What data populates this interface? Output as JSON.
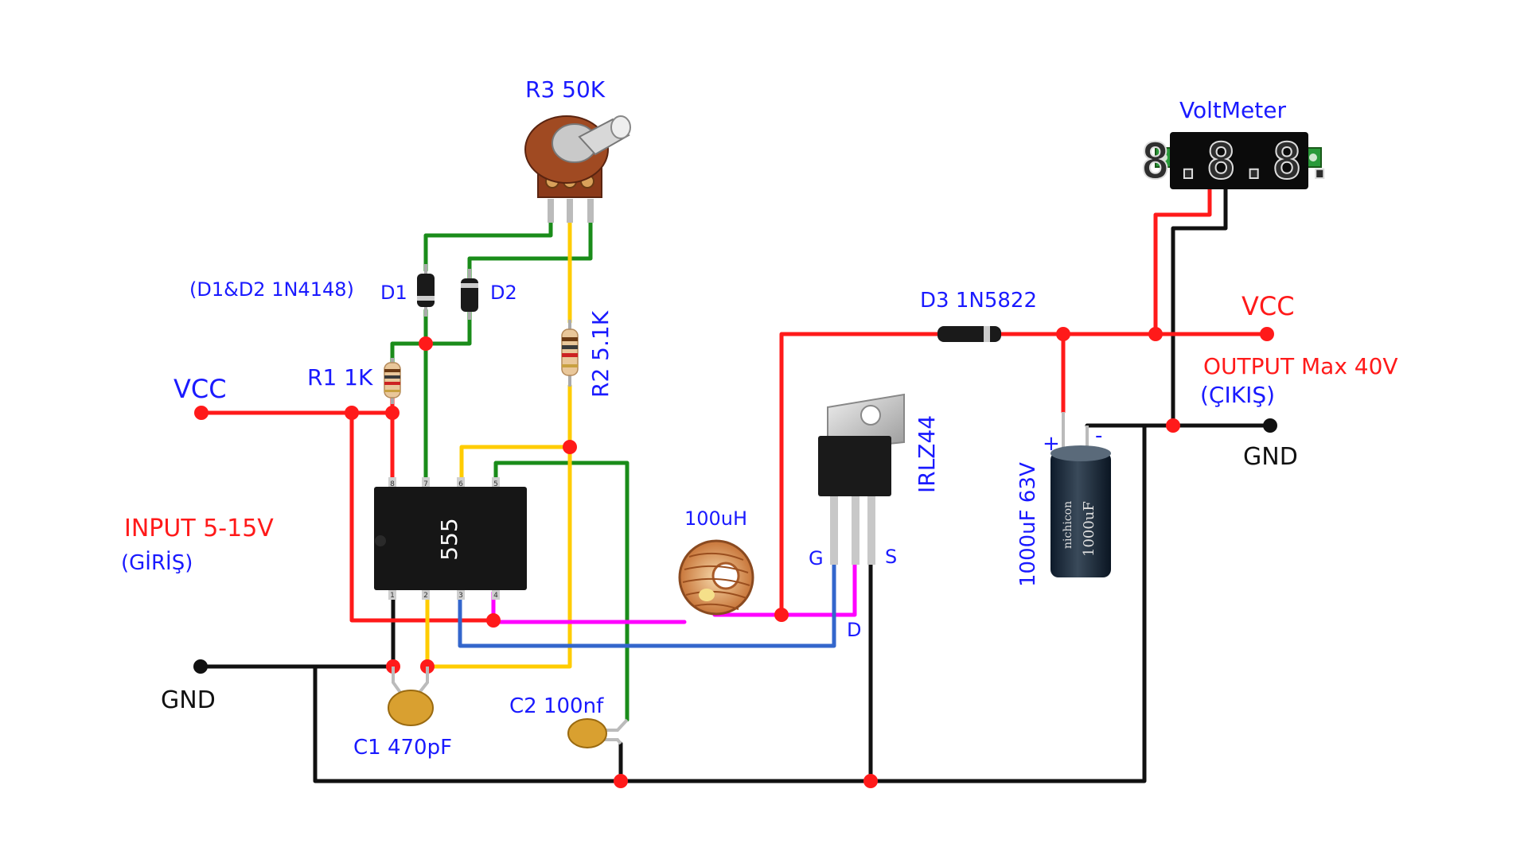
{
  "labels": {
    "pot": "R3 50K",
    "voltmeter": "VoltMeter",
    "voltmeter_digits": "8.8.8.",
    "diodes_note": "(D1&D2 1N4148)",
    "d1": "D1",
    "d2": "D2",
    "r2": "R2 5.1K",
    "r1": "R1 1K",
    "vcc_in": "VCC",
    "input": "INPUT 5-15V",
    "input_tr": "(GİRİŞ)",
    "gnd_in": "GND",
    "c1": "C1 470pF",
    "c2": "C2 100nf",
    "ic": "555",
    "inductor": "100uH",
    "mosfet": "IRLZ44",
    "gate": "G",
    "drain": "D",
    "source": "S",
    "d3": "D3 1N5822",
    "vcc_out": "VCC",
    "output": "OUTPUT Max 40V",
    "output_tr": "(ÇIKIŞ)",
    "gnd_out": "GND",
    "cap_out": "1000uF 63V",
    "cap_plus": "+",
    "cap_minus": "-",
    "cap_brand": "nichicon",
    "cap_value": "1000uF",
    "ic_pins": [
      "8",
      "7",
      "6",
      "5",
      "1",
      "2",
      "3",
      "4"
    ]
  },
  "colors": {
    "red_wire": "#ff1a1a",
    "black_wire": "#111111",
    "green_wire": "#1a8c1a",
    "yellow_wire": "#ffcc00",
    "magenta_wire": "#ff00ff",
    "blue_wire": "#3366cc",
    "label_blue": "#1a1aff",
    "label_red": "#ff1a1a"
  }
}
